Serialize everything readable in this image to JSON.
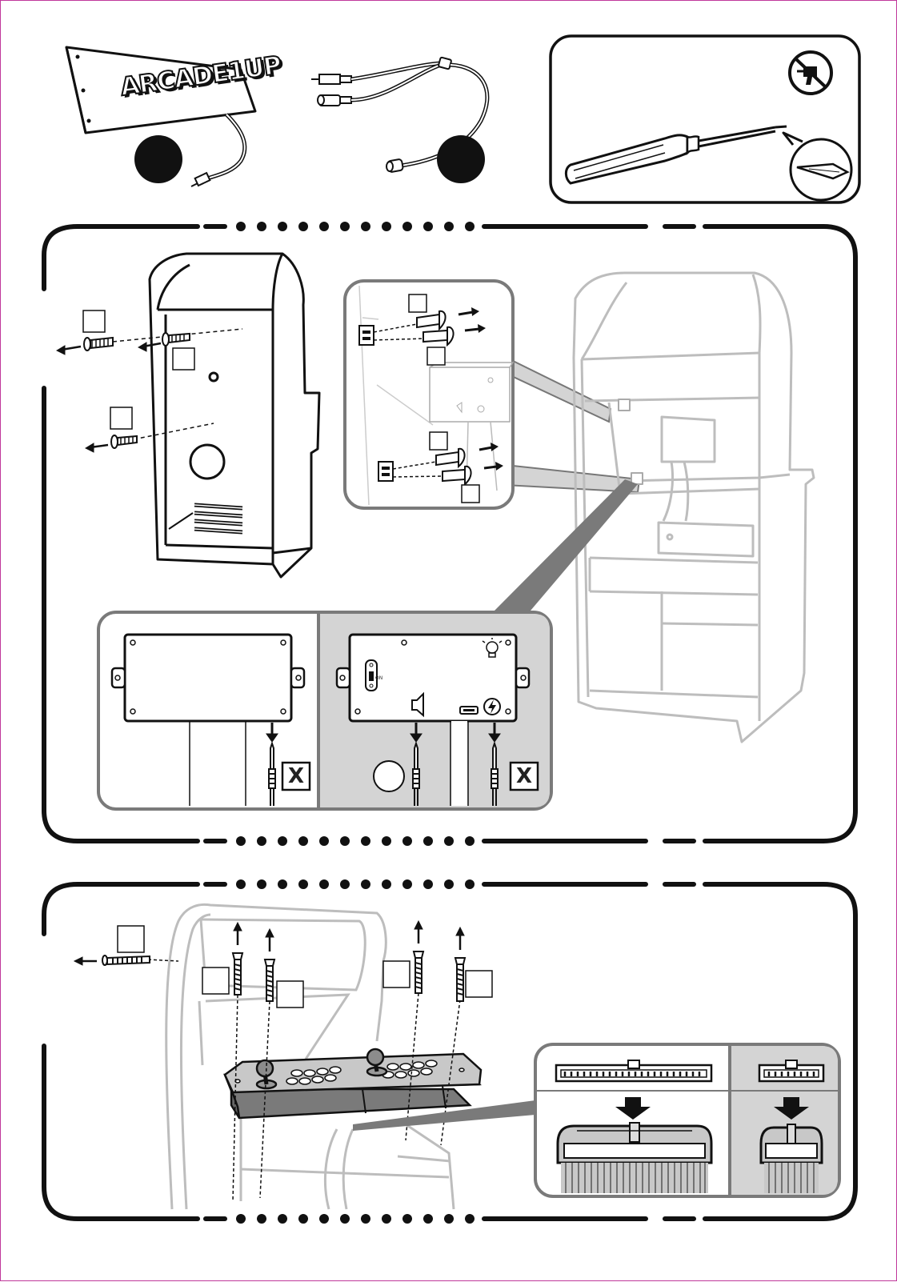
{
  "marquee": {
    "logo_text": "ARCADE1UP"
  },
  "control_box": {
    "switch_label": "ON"
  },
  "markers": {
    "cross_symbol": "X"
  },
  "icons": [
    "no-power-drill-icon",
    "phillips-screwdriver-icon",
    "screwdriver-tip-icon",
    "speaker-icon",
    "power-bolt-icon",
    "light-bulb-icon",
    "usb-port-icon"
  ],
  "colors": {
    "ink": "#111111",
    "panel_gray": "#d4d4d4",
    "frame_gray": "#7a7a7a",
    "light_line": "#bdbdbd"
  }
}
